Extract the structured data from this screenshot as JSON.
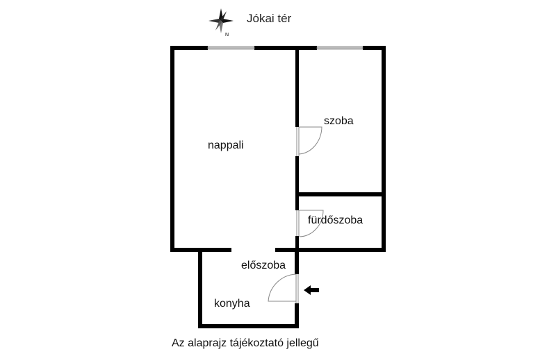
{
  "street": "Jókai tér",
  "compass": {
    "icon": "compass-rose-icon",
    "north_label": "N"
  },
  "rooms": {
    "nappali": "nappali",
    "szoba": "szoba",
    "furdoszoba": "fürdőszoba",
    "eloszoba": "előszoba",
    "konyha": "konyha"
  },
  "entrance": {
    "icon": "arrow-left-icon"
  },
  "note": "Az alaprajz tájékoztató jellegű",
  "colors": {
    "wall": "#000000",
    "window": "#b5b5b5",
    "door": "#888888"
  }
}
